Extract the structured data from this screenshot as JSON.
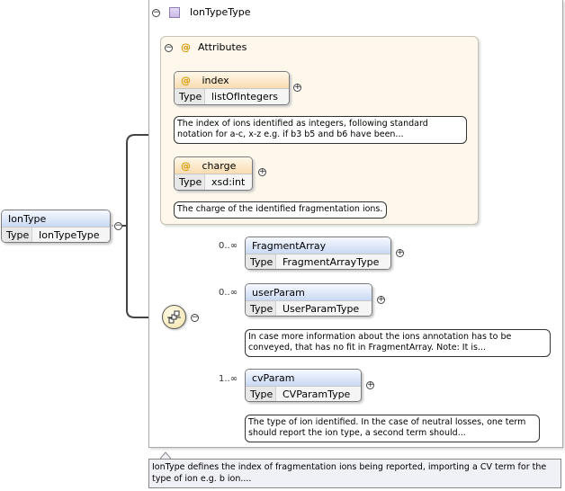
{
  "root": {
    "name": "IonType",
    "type_key": "Type",
    "type_value": "IonTypeType"
  },
  "frame": {
    "title": "IonTypeType"
  },
  "attributes": {
    "title": "Attributes",
    "items": [
      {
        "name": "index",
        "type_key": "Type",
        "type_value": "listOfIntegers",
        "doc": "The index of ions identified as integers, following standard notation for a-c, x-z e.g. if b3 b5 and b6 have been..."
      },
      {
        "name": "charge",
        "type_key": "Type",
        "type_value": "xsd:int",
        "doc": "The charge of the identified fragmentation ions."
      }
    ]
  },
  "sequence": {
    "elements": [
      {
        "name": "FragmentArray",
        "type_key": "Type",
        "type_value": "FragmentArrayType",
        "cardinality": "0..∞",
        "doc": ""
      },
      {
        "name": "userParam",
        "type_key": "Type",
        "type_value": "UserParamType",
        "cardinality": "0..∞",
        "doc": "In case more information about the ions annotation has to be conveyed, that has no fit in FragmentArray. Note: It is..."
      },
      {
        "name": "cvParam",
        "type_key": "Type",
        "type_value": "CVParamType",
        "cardinality": "1..∞",
        "doc": "The type of ion identified. In the case of neutral losses, one term should report the ion type, a second term should..."
      }
    ]
  },
  "root_doc": "IonType defines the index of fragmentation ions being reported, importing a CV term for the type of ion e.g. b ion....",
  "toggles": {
    "collapse": "−",
    "expand": "+"
  },
  "attr_marker": "@",
  "icons": {
    "type_icon": "complex-type-icon",
    "sequence_icon": "sequence-compositor-icon"
  }
}
